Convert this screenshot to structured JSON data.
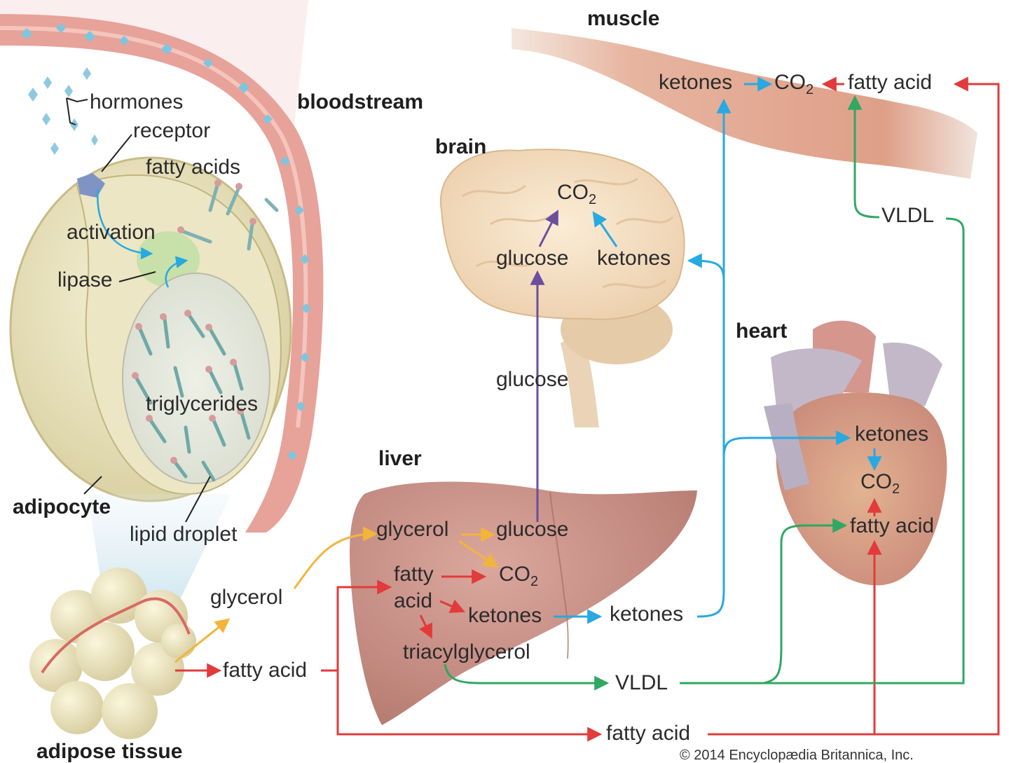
{
  "colors": {
    "red_arrow": "#e23b3b",
    "green_arrow": "#2fa862",
    "blue_arrow": "#27a9e1",
    "yellow_arrow": "#f2b53a",
    "purple_arrow": "#6b4e9c",
    "bloodstream": "#e9a19a",
    "liver": "#c88f86",
    "muscle": "#e6b39f",
    "brain": "#f3dcbf",
    "heart": "#d79f8a"
  },
  "organs": {
    "muscle": "muscle",
    "brain": "brain",
    "heart": "heart",
    "liver": "liver",
    "bloodstream": "bloodstream",
    "adipocyte": "adipocyte",
    "adipose_tissue": "adipose tissue"
  },
  "adipocyte_labels": {
    "hormones": "hormones",
    "receptor": "receptor",
    "fatty_acids": "fatty acids",
    "activation": "activation",
    "lipase": "lipase",
    "triglycerides": "triglycerides",
    "lipid_droplet": "lipid droplet"
  },
  "muscle_labels": {
    "ketones": "ketones",
    "co2": "CO",
    "co2_sub": "2",
    "fatty_acid": "fatty acid",
    "vldl": "VLDL"
  },
  "brain_labels": {
    "co2": "CO",
    "co2_sub": "2",
    "glucose": "glucose",
    "ketones": "ketones",
    "glucose_path": "glucose"
  },
  "heart_labels": {
    "ketones": "ketones",
    "co2": "CO",
    "co2_sub": "2",
    "fatty_acid": "fatty acid"
  },
  "liver_labels": {
    "glycerol": "glycerol",
    "glucose": "glucose",
    "fatty": "fatty",
    "acid": "acid",
    "co2": "CO",
    "co2_sub": "2",
    "ketones": "ketones",
    "triacylglycerol": "triacylglycerol"
  },
  "flow_labels": {
    "glycerol": "glycerol",
    "fatty_acid": "fatty acid",
    "ketones": "ketones",
    "vldl": "VLDL",
    "fatty_acid_bottom": "fatty acid"
  },
  "copyright": "© 2014 Encyclopædia Britannica, Inc."
}
